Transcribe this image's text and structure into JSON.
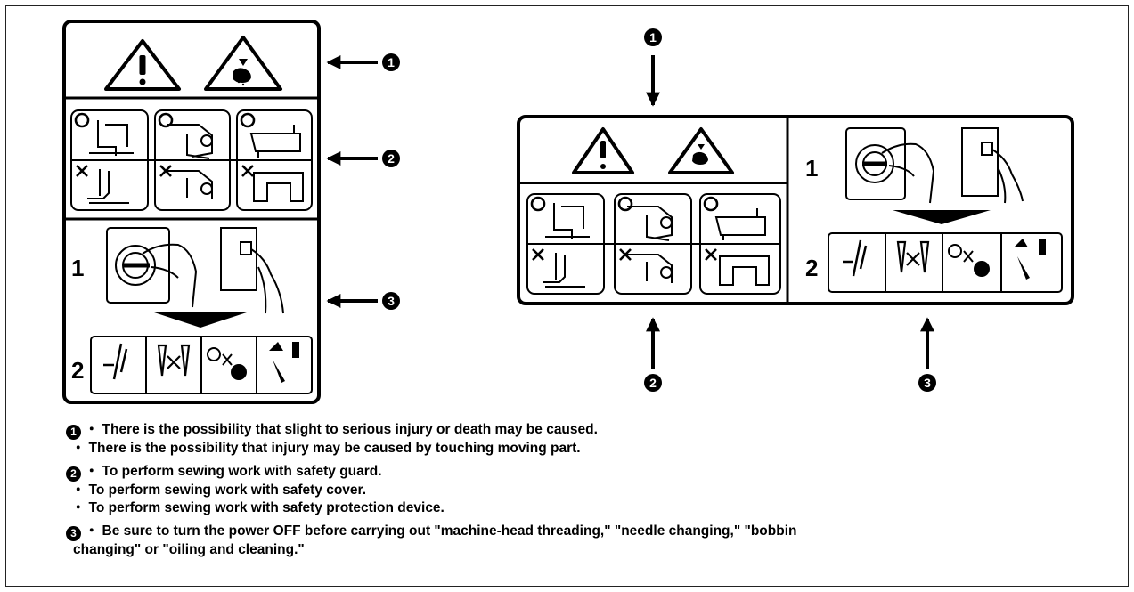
{
  "callouts": [
    "1",
    "2",
    "3"
  ],
  "step_numbers": [
    "1",
    "2"
  ],
  "symbols": {
    "ok": "O",
    "ng": "X",
    "bullet": "・"
  },
  "icons": [
    "warning-triangle-icon",
    "hand-injury-icon",
    "safety-guard-icon",
    "safety-cover-icon",
    "protection-device-icon",
    "power-switch-icon",
    "threading-icon",
    "needle-icon",
    "bobbin-icon",
    "oiling-icon"
  ],
  "notes": [
    {
      "num": "1",
      "lines": [
        "There is the possibility that slight to serious injury or death may be caused.",
        "There is the possibility that injury may be caused by touching moving part."
      ]
    },
    {
      "num": "2",
      "lines": [
        "To perform sewing work with safety guard.",
        "To perform sewing work with safety cover.",
        "To perform sewing work with safety protection device."
      ]
    },
    {
      "num": "3",
      "lines": [
        "Be sure to turn the power OFF before carrying out \"machine-head threading,\" \"needle changing,\" \"bobbin",
        "changing\" or \"oiling and cleaning.\""
      ]
    }
  ]
}
